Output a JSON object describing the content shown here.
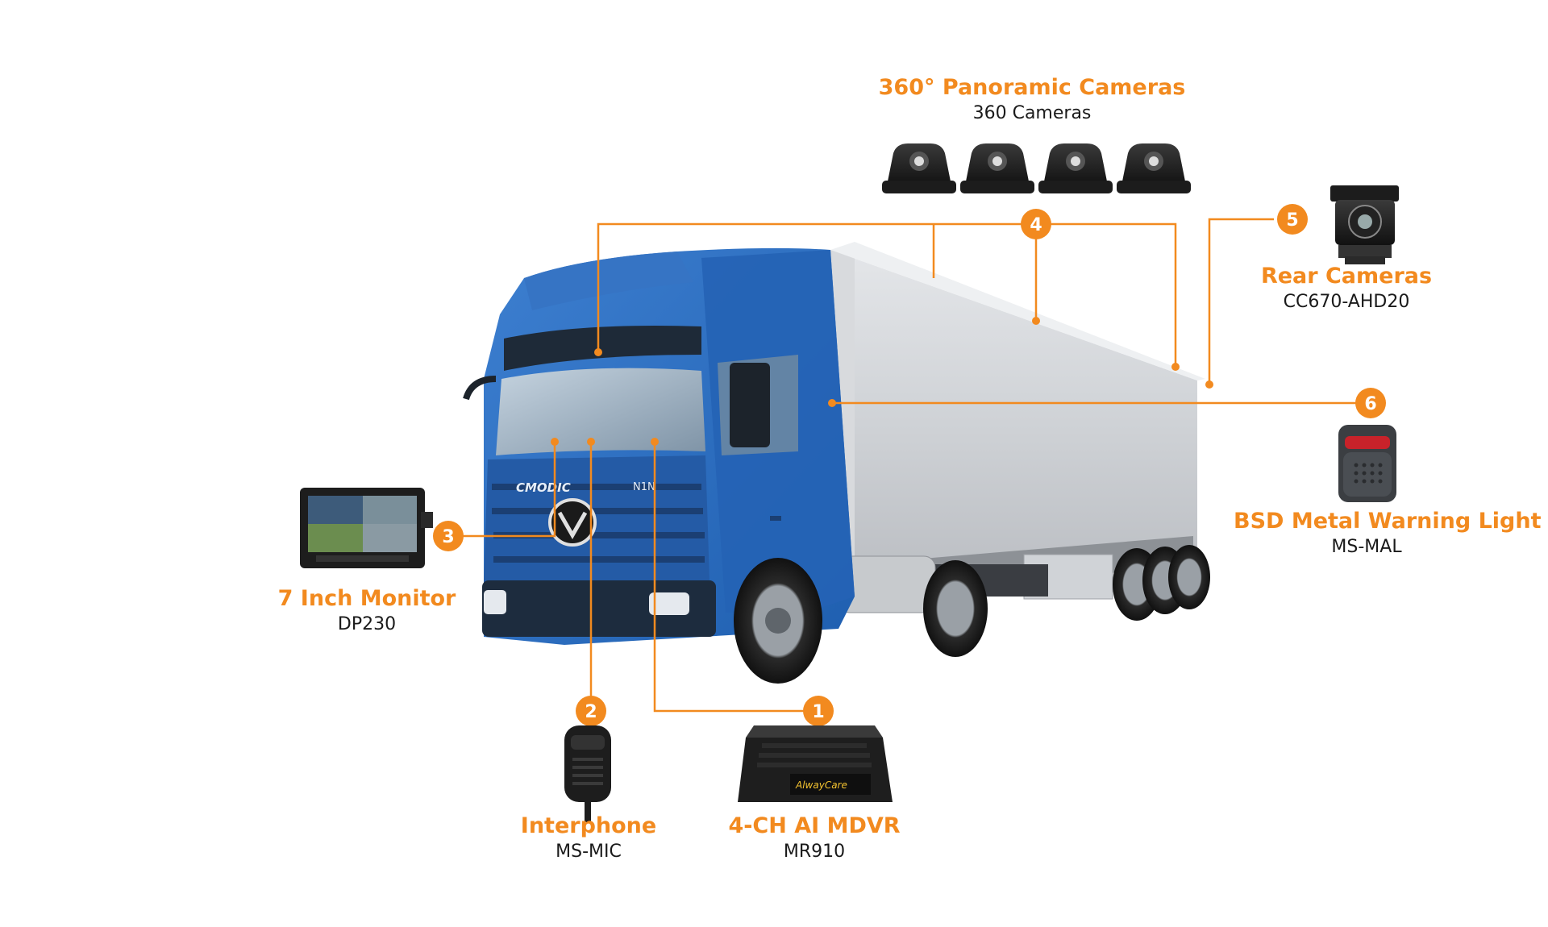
{
  "accent_color": "#f28a1f",
  "components": [
    {
      "number": "1",
      "title": "4-CH AI MDVR",
      "model": "MR910",
      "icon": "mdvr-icon"
    },
    {
      "number": "2",
      "title": "Interphone",
      "model": "MS-MIC",
      "icon": "microphone-icon"
    },
    {
      "number": "3",
      "title": "7 Inch Monitor",
      "model": "DP230",
      "icon": "monitor-icon"
    },
    {
      "number": "4",
      "title": "360° Panoramic Cameras",
      "model": "360 Cameras",
      "icon": "panoramic-camera-icon"
    },
    {
      "number": "5",
      "title": "Rear Cameras",
      "model": "CC670-AHD20",
      "icon": "rear-camera-icon"
    },
    {
      "number": "6",
      "title": "BSD Metal Warning Light",
      "model": "MS-MAL",
      "icon": "warning-light-icon"
    }
  ],
  "truck": {
    "brand": "CMODIC",
    "model_badge": "N1N"
  },
  "mdvr_brand": "AlwayCare"
}
